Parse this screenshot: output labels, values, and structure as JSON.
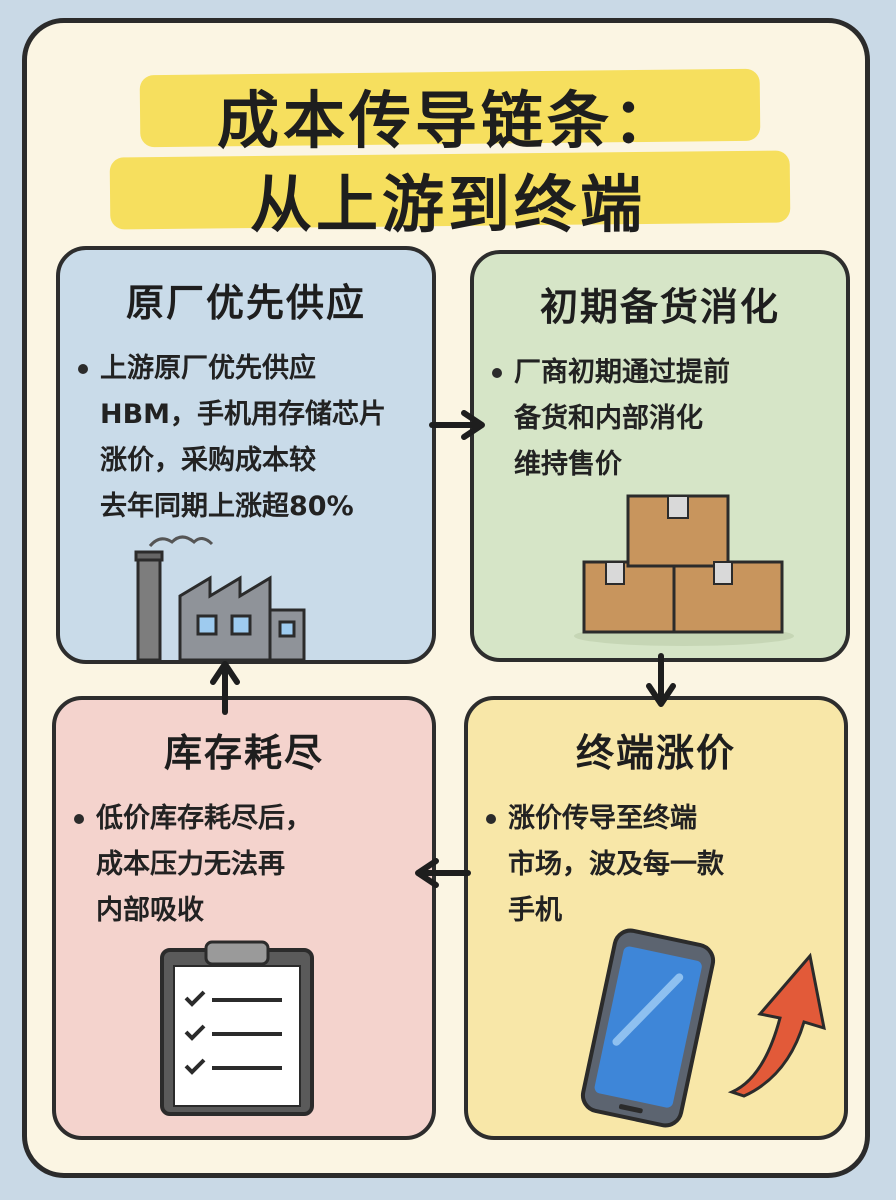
{
  "title": {
    "line1": "成本传导链条：",
    "line2": "从上游到终端"
  },
  "cards": {
    "supply": {
      "title": "原厂优先供应",
      "lines": [
        "上游原厂优先供应",
        "HBM，手机用存储芯片",
        "涨价，采购成本较",
        "去年同期上涨超80%"
      ]
    },
    "stock": {
      "title": "初期备货消化",
      "lines": [
        "厂商初期通过提前",
        "备货和内部消化",
        "维持售价"
      ]
    },
    "price": {
      "title": "终端涨价",
      "lines": [
        "涨价传导至终端",
        "市场，波及每一款",
        "手机"
      ]
    },
    "deplete": {
      "title": "库存耗尽",
      "lines": [
        "低价库存耗尽后，",
        "成本压力无法再",
        "内部吸收"
      ]
    }
  },
  "icons": {
    "factory": "factory-icon",
    "boxes": "boxes-icon",
    "phone": "smartphone-icon",
    "trend": "trend-up-arrow-icon",
    "clipboard": "clipboard-checklist-icon"
  },
  "colors": {
    "supply_bg": "#c9dbe9",
    "stock_bg": "#d6e5c7",
    "price_bg": "#f8e7a8",
    "deplete_bg": "#f4d3cd",
    "title_highlight": "#f6df5e"
  }
}
